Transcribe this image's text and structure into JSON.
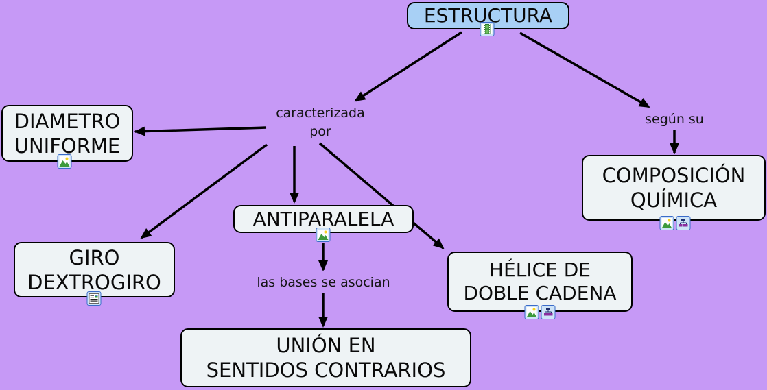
{
  "colors": {
    "background": "#c699f6",
    "root_fill": "#a8d0f5",
    "concept_fill": "#eef3f5",
    "border": "#000000",
    "arrow": "#000000"
  },
  "nodes": {
    "estructura": {
      "label": "ESTRUCTURA",
      "kind": "concept",
      "icons": [
        "video-icon"
      ]
    },
    "caracterizada_por": {
      "label": "caracterizada\npor",
      "kind": "linking-phrase"
    },
    "segun_su": {
      "label": "según su",
      "kind": "linking-phrase"
    },
    "diametro_uniforme": {
      "label": "DIAMETRO\nUNIFORME",
      "kind": "concept",
      "icons": [
        "image-icon"
      ]
    },
    "composicion_quimica": {
      "label": "COMPOSICIÓN\nQUÍMICA",
      "kind": "concept",
      "icons": [
        "image-icon",
        "cmap-icon"
      ]
    },
    "giro_dextrogiro": {
      "label": "GIRO\nDEXTROGIRO",
      "kind": "concept",
      "icons": [
        "webpage-icon"
      ]
    },
    "antiparalela": {
      "label": "ANTIPARALELA",
      "kind": "concept",
      "icons": [
        "image-icon"
      ]
    },
    "las_bases_se_asocian": {
      "label": "las bases se asocian",
      "kind": "linking-phrase"
    },
    "helice_doble_cadena": {
      "label": "HÉLICE DE\nDOBLE CADENA",
      "kind": "concept",
      "icons": [
        "image-icon",
        "cmap-icon"
      ]
    },
    "union_sentidos_contrarios": {
      "label": "UNIÓN EN\nSENTIDOS CONTRARIOS",
      "kind": "concept",
      "icons": []
    }
  },
  "links": [
    {
      "from": "estructura",
      "to": "caracterizada_por"
    },
    {
      "from": "estructura",
      "to": "segun_su"
    },
    {
      "from": "caracterizada_por",
      "to": "diametro_uniforme"
    },
    {
      "from": "caracterizada_por",
      "to": "giro_dextrogiro"
    },
    {
      "from": "caracterizada_por",
      "to": "antiparalela"
    },
    {
      "from": "caracterizada_por",
      "to": "helice_doble_cadena"
    },
    {
      "from": "segun_su",
      "to": "composicion_quimica"
    },
    {
      "from": "antiparalela",
      "to": "las_bases_se_asocian"
    },
    {
      "from": "las_bases_se_asocian",
      "to": "union_sentidos_contrarios"
    }
  ]
}
